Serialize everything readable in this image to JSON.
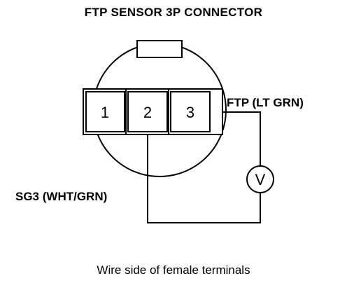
{
  "title": "FTP SENSOR 3P CONNECTOR",
  "terminals": [
    {
      "number": "1"
    },
    {
      "number": "2"
    },
    {
      "number": "3"
    }
  ],
  "labels": {
    "ftp_wire": "FTP (LT GRN)",
    "sg3_wire": "SG3 (WHT/GRN)"
  },
  "meter_symbol": "V",
  "caption": "Wire side of female terminals"
}
